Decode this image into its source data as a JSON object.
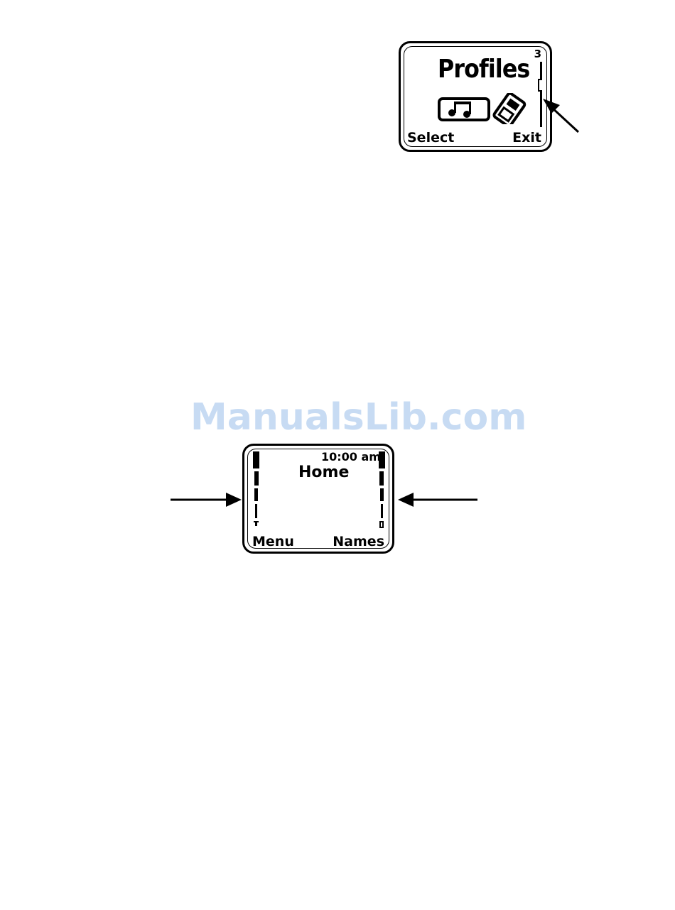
{
  "profiles_screen": {
    "title": "Profiles",
    "scroll_index": "3",
    "left_softkey": "Select",
    "right_softkey": "Exit",
    "icon": "profiles-icon"
  },
  "home_screen": {
    "time": "10:00 am",
    "title": "Home",
    "left_softkey": "Menu",
    "right_softkey": "Names",
    "left_indicator": "signal-strength-icon",
    "right_indicator": "battery-level-icon"
  },
  "watermark": "ManualsLib.com"
}
